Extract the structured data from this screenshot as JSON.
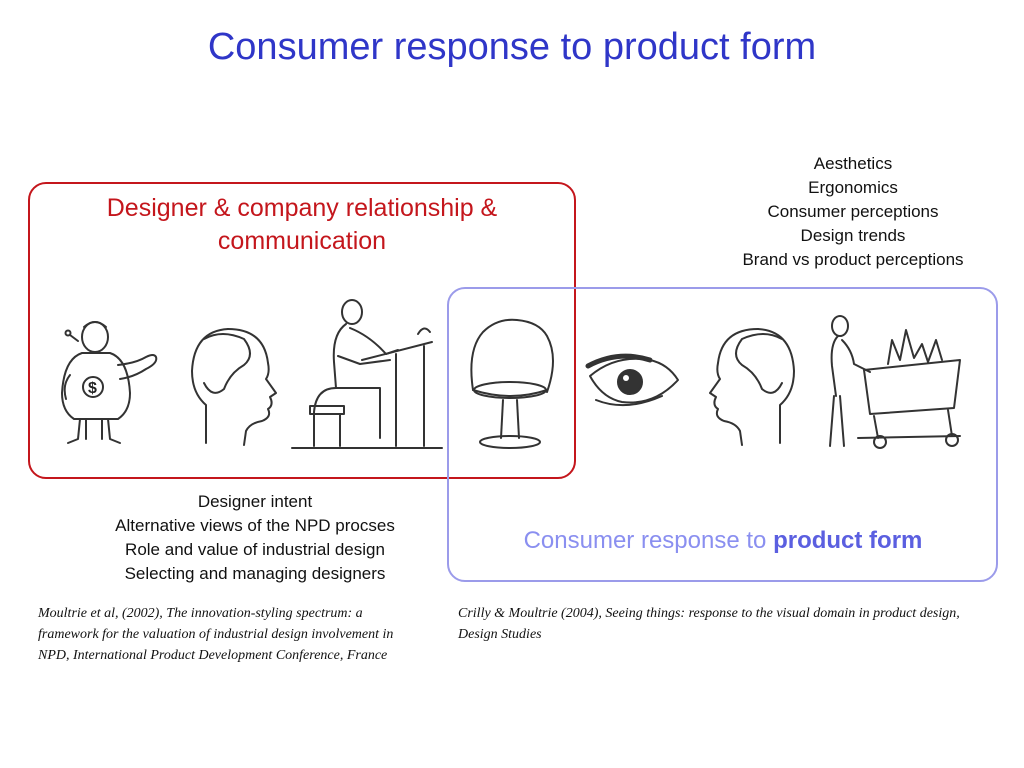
{
  "title": "Consumer response to product form",
  "designer_box": {
    "heading": "Designer & company relationship & communication"
  },
  "consumer_factors": [
    "Aesthetics",
    "Ergonomics",
    "Consumer perceptions",
    "Design trends",
    "Brand vs product perceptions"
  ],
  "designer_factors": [
    "Designer intent",
    "Alternative views of the NPD procses",
    "Role and value of industrial design",
    "Selecting and managing designers"
  ],
  "consumer_box": {
    "caption_prefix": "Consumer response to ",
    "caption_bold": "product form"
  },
  "references": {
    "left": "Moultrie et al, (2002), The innovation-styling spectrum: a framework for the valuation of industrial design involvement in NPD, International Product Development Conference, France",
    "right": "Crilly & Moultrie (2004), Seeing things: response to the visual domain in product design, Design Studies"
  },
  "figures": {
    "businessman_symbol": "$"
  },
  "icons": [
    "businessman-icon",
    "head-profile-icon",
    "designer-at-drafting-table-icon",
    "tulip-chair-icon",
    "eye-icon",
    "head-profile-icon",
    "shopper-with-cart-icon"
  ],
  "colors": {
    "title": "#2f36c8",
    "designer_box_border": "#c4161c",
    "designer_heading": "#c4161c",
    "consumer_box_border": "#9b9bea",
    "consumer_caption": "#8a8ff0"
  }
}
